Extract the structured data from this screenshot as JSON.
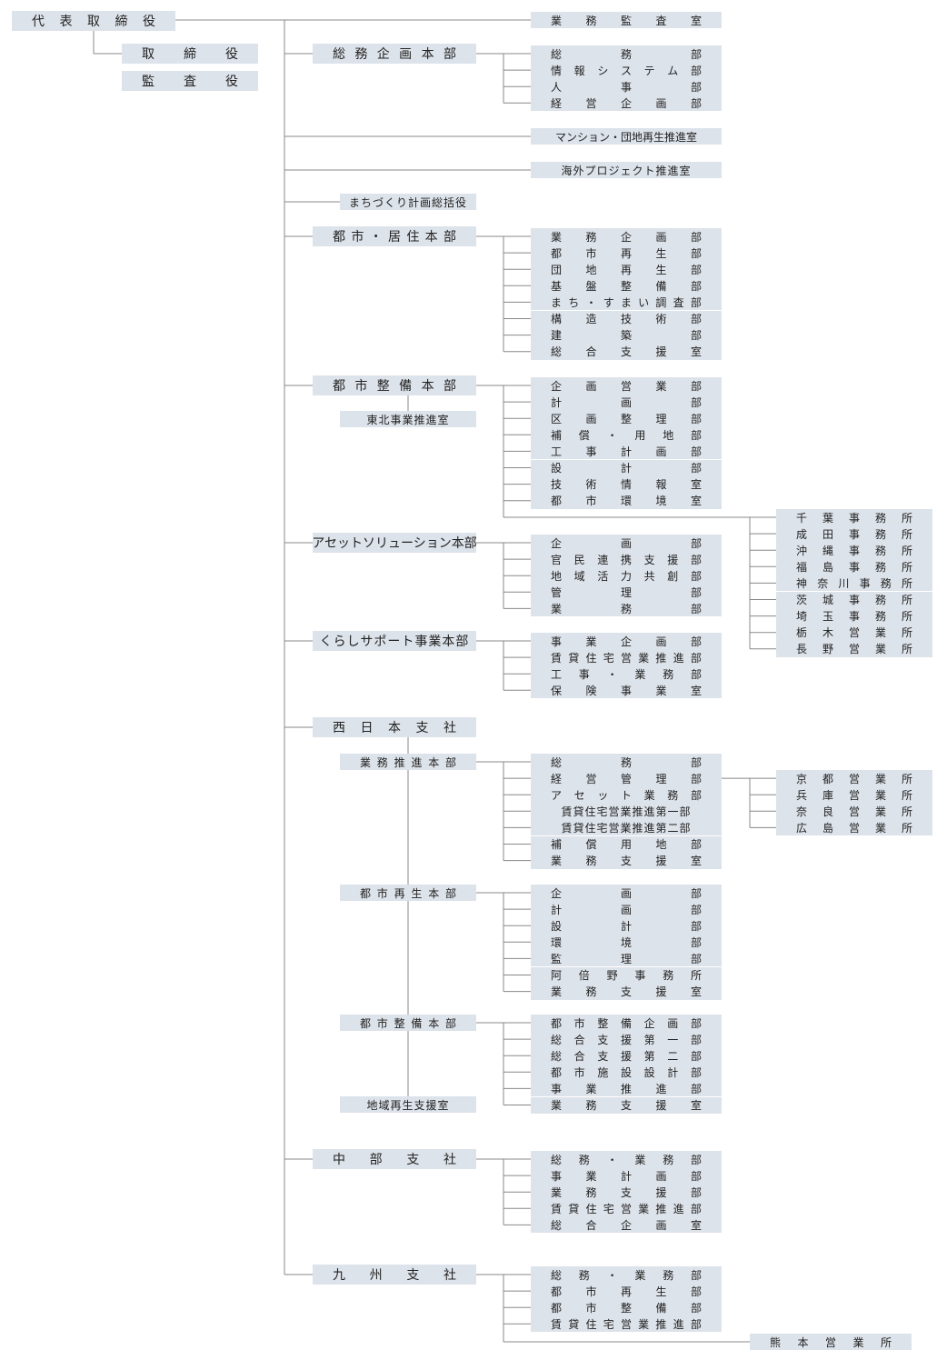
{
  "president": "代表取締役",
  "directors": "取締役",
  "auditors": "監査役",
  "audit_office": "業務監査室",
  "mansion_office": "マンション・団地再生推進室",
  "overseas_office": "海外プロジェクト推進室",
  "machizukuri": "まちづくり計画総括役",
  "hq": [
    {
      "name": "総務企画本部",
      "units": [
        "総務部",
        "情報システム部",
        "人事部",
        "経営企画部"
      ]
    },
    {
      "name": "都市・居住本部",
      "units": [
        "業務企画部",
        "都市再生部",
        "団地再生部",
        "基盤整備部",
        "まち・すまい調査部",
        "構造技術部",
        "建築部",
        "総合支援室"
      ]
    },
    {
      "name": "都市整備本部",
      "sub": "東北事業推進室",
      "units": [
        "企画営業部",
        "計画部",
        "区画整理部",
        "補償・用地部",
        "工事計画部",
        "設計部",
        "技術情報室",
        "都市環境室"
      ]
    },
    {
      "name": "アセットソリューション本部",
      "units": [
        "企画部",
        "官民連携支援部",
        "地域活力共創部",
        "管理部",
        "業務部"
      ]
    },
    {
      "name": "くらしサポート事業本部",
      "units": [
        "事業企画部",
        "賃貸住宅営業推進部",
        "工事・業務部",
        "保険事業室"
      ]
    },
    {
      "name": "中部支社",
      "units": [
        "総務・業務部",
        "事業計画部",
        "業務支援部",
        "賃貸住宅営業推進部",
        "総合企画室"
      ]
    },
    {
      "name": "九州支社",
      "units": [
        "総務・業務部",
        "都市再生部",
        "都市整備部",
        "賃貸住宅営業推進部"
      ]
    }
  ],
  "toshi_offices": [
    "千葉事務所",
    "成田事務所",
    "沖縄事務所",
    "福島事務所",
    "神奈川事務所",
    "茨城事務所",
    "埼玉事務所",
    "栃木営業所",
    "長野営業所"
  ],
  "nishi": {
    "name": "西日本支社",
    "groups": [
      {
        "name": "業務推進本部",
        "units": [
          "総務部",
          "経営管理部",
          "アセット業務部",
          "賃貸住宅営業推進第一部",
          "賃貸住宅営業推進第二部",
          "補償用地部",
          "業務支援室"
        ]
      },
      {
        "name": "都市再生本部",
        "units": [
          "企画部",
          "計画部",
          "設計部",
          "環境部",
          "監理部",
          "阿倍野事務所",
          "業務支援室"
        ]
      },
      {
        "name": "都市整備本部",
        "units": [
          "都市整備企画部",
          "総合支援第一部",
          "総合支援第二部",
          "都市施設設計部",
          "事業推進部",
          "業務支援室"
        ]
      }
    ],
    "chiiki": "地域再生支援室",
    "offices": [
      "京都営業所",
      "兵庫営業所",
      "奈良営業所",
      "広島営業所"
    ]
  },
  "kumamoto": "熊本営業所"
}
